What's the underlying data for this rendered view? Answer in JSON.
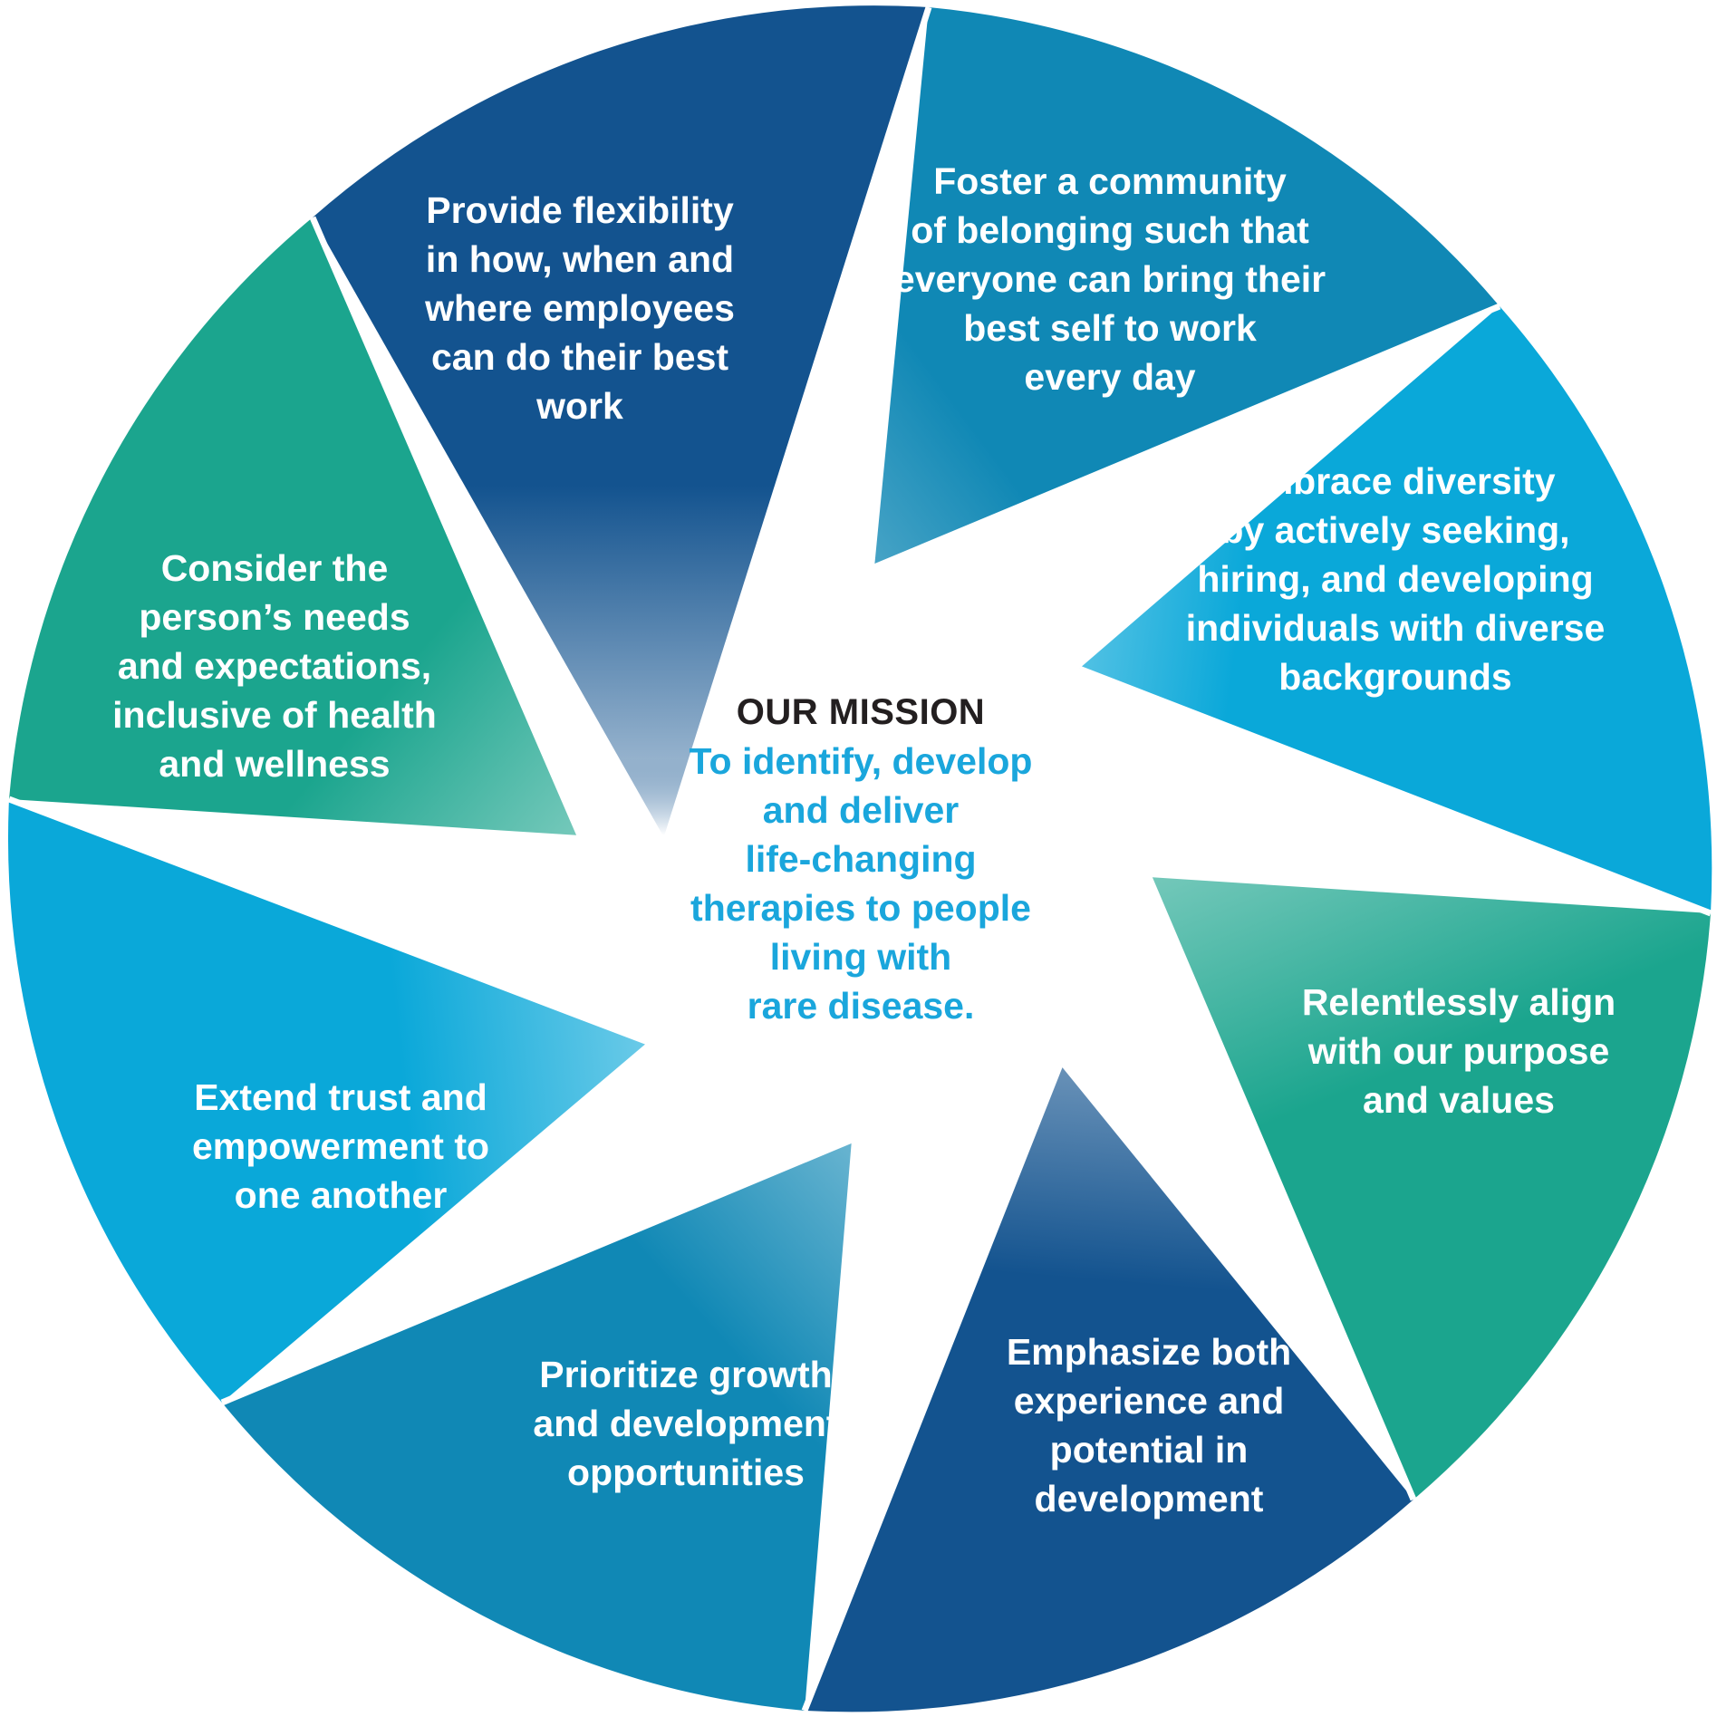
{
  "colors": {
    "navy": "#13538f",
    "teal": "#1ba58e",
    "cyan": "#0aa8d9",
    "ocean": "#1088b5",
    "mission_title": "#231f20",
    "mission_text": "#1aa6dc",
    "separator": "#ffffff"
  },
  "mission": {
    "title": "OUR MISSION",
    "lines": [
      "To identify, develop",
      "and deliver",
      "life-changing",
      "therapies to people",
      "living with",
      "rare disease."
    ]
  },
  "segments": [
    {
      "id": "flexibility",
      "color": "navy",
      "lines": [
        "Provide flexibility",
        "in how, when and",
        "where employees",
        "can do their best",
        "work"
      ]
    },
    {
      "id": "belonging",
      "color": "ocean",
      "lines": [
        "Foster a community",
        "of belonging such that",
        "everyone can bring their",
        "best self to work",
        "every day"
      ]
    },
    {
      "id": "diversity",
      "color": "cyan",
      "lines": [
        "Embrace diversity",
        "by actively seeking,",
        "hiring, and developing",
        "individuals with diverse",
        "backgrounds"
      ]
    },
    {
      "id": "purpose",
      "color": "teal",
      "lines": [
        "Relentlessly align",
        "with our purpose",
        "and values"
      ]
    },
    {
      "id": "experience",
      "color": "navy",
      "lines": [
        "Emphasize both",
        "experience and",
        "potential in",
        "development"
      ]
    },
    {
      "id": "growth",
      "color": "ocean",
      "lines": [
        "Prioritize growth",
        "and development",
        "opportunities"
      ]
    },
    {
      "id": "trust",
      "color": "cyan",
      "lines": [
        "Extend trust and",
        "empowerment to",
        "one another"
      ]
    },
    {
      "id": "needs",
      "color": "teal",
      "lines": [
        "Consider the",
        "person’s needs",
        "and expectations,",
        "inclusive of health",
        "and wellness"
      ]
    }
  ]
}
